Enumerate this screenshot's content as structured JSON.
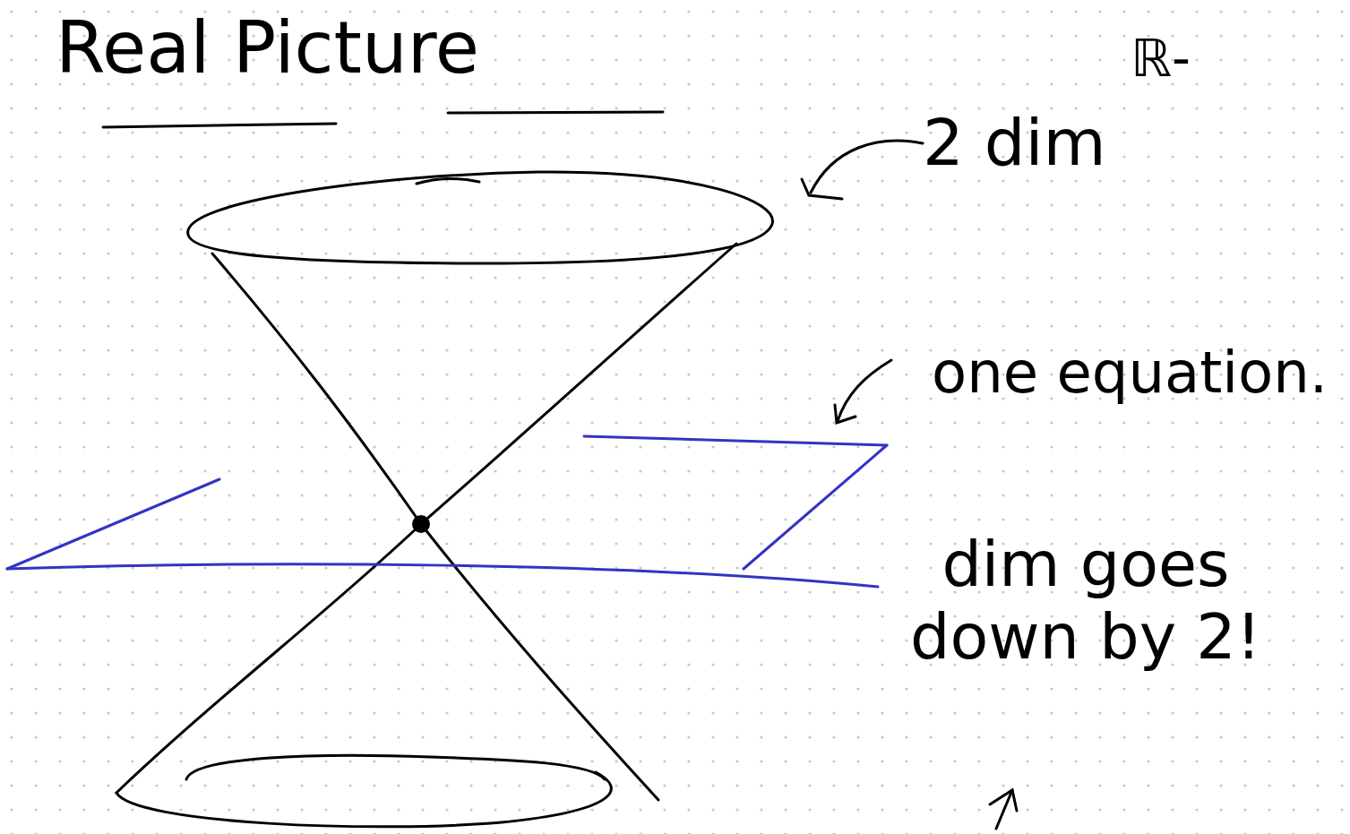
{
  "diagram": {
    "title": "Real Picture",
    "labels": [
      "ℝ-",
      "2 dim",
      "one equation.",
      "dim goes down by 2!"
    ]
  }
}
